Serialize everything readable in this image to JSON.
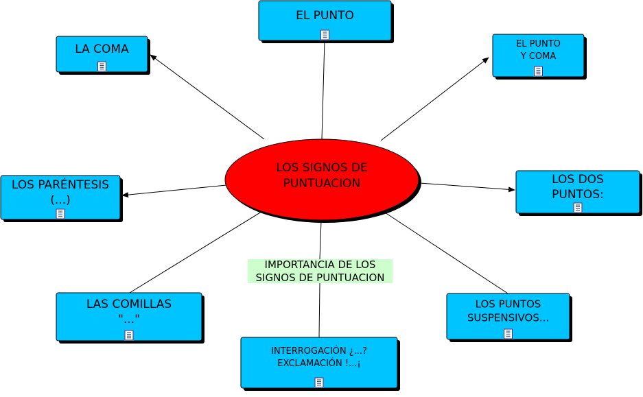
{
  "colors": {
    "concept_fill": "#00c4ff",
    "center_fill": "#ff0000",
    "link_label_fill": "#ccffcc",
    "stroke": "#000000"
  },
  "center": {
    "lines": [
      "LOS SIGNOS DE",
      "PUNTUACION"
    ]
  },
  "link_label": {
    "lines": [
      "IMPORTANCIA DE LOS",
      "SIGNOS DE PUNTUACION"
    ]
  },
  "concepts": [
    {
      "id": "el-punto",
      "lines": [
        "EL PUNTO"
      ],
      "icon": "document-icon"
    },
    {
      "id": "la-coma",
      "lines": [
        "LA COMA"
      ],
      "icon": "document-icon"
    },
    {
      "id": "el-punto-y-coma",
      "lines": [
        "EL PUNTO",
        "Y COMA"
      ],
      "icon": "document-icon"
    },
    {
      "id": "los-parentesis",
      "lines": [
        "LOS PARÉNTESIS",
        "(...)"
      ],
      "icon": "document-icon"
    },
    {
      "id": "los-dos-puntos",
      "lines": [
        "LOS DOS",
        "PUNTOS:"
      ],
      "icon": "document-icon"
    },
    {
      "id": "las-comillas",
      "lines": [
        "LAS COMILLAS",
        "\"...\""
      ],
      "icon": "document-icon"
    },
    {
      "id": "los-puntos-suspensivos",
      "lines": [
        "LOS PUNTOS",
        "SUSPENSIVOS..."
      ],
      "icon": "document-icon"
    },
    {
      "id": "interrogacion-exclamacion",
      "lines": [
        "INTERROGACIÓN ¿...?",
        "EXCLAMACIÓN !...¡"
      ],
      "icon": "document-icon"
    }
  ]
}
